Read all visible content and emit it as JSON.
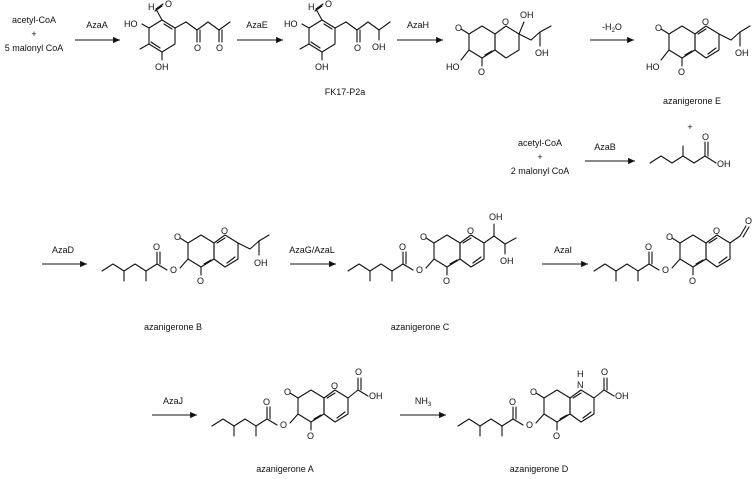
{
  "substrates": {
    "top_line1": "acetyl-CoA",
    "top_plus": "+",
    "top_line2": "5 malonyl CoA",
    "mid_line1": "acetyl-CoA",
    "mid_plus": "+",
    "mid_line2": "2 malonyl CoA",
    "plus_sign": "+"
  },
  "enzymes": {
    "aza_a": "AzaA",
    "aza_e": "AzaE",
    "aza_h": "AzaH",
    "dehydration": "-H",
    "dehydration_sub": "2",
    "dehydration_tail": "O",
    "aza_b": "AzaB",
    "aza_d": "AzaD",
    "aza_g_l": "AzaG/AzaL",
    "aza_i": "AzaI",
    "aza_j": "AzaJ",
    "nh3": "NH",
    "nh3_sub": "3"
  },
  "compounds": {
    "fk17": "FK17-P2a",
    "e": "azanigerone E",
    "b": "azanigerone B",
    "c": "azanigerone C",
    "a": "azanigerone A",
    "d": "azanigerone D"
  },
  "atoms": {
    "o": "O",
    "ho": "HO",
    "oh": "OH",
    "h": "H",
    "nh": "H"
  }
}
